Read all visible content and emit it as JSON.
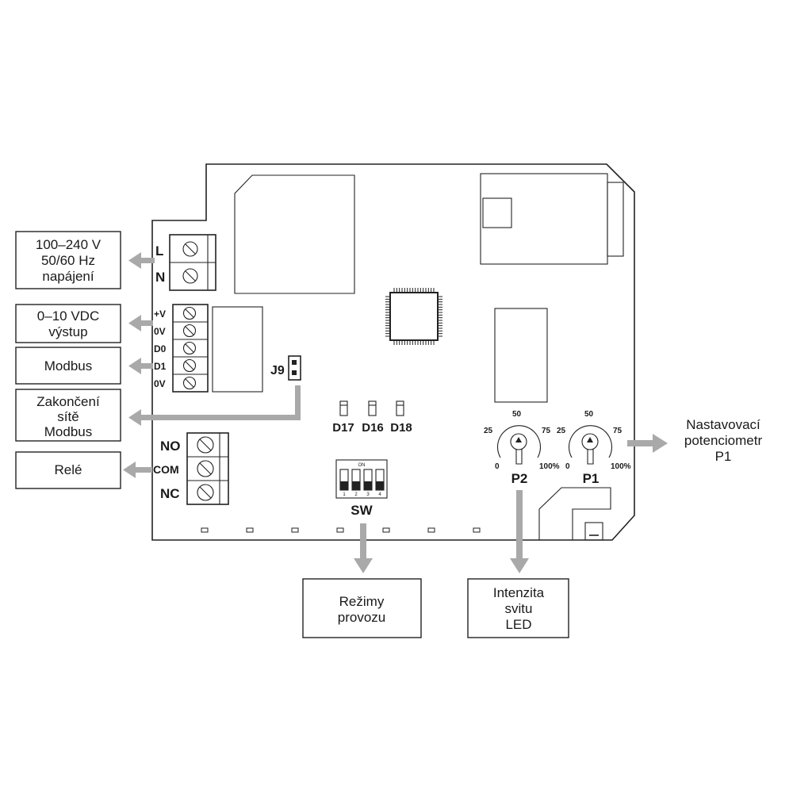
{
  "labels": {
    "power": [
      "100–240 V",
      "50/60 Hz",
      "napájení"
    ],
    "output": [
      "0–10 VDC",
      "výstup"
    ],
    "modbus": [
      "Modbus"
    ],
    "termination": [
      "Zakončení",
      "sítě",
      "Modbus"
    ],
    "relay": [
      "Relé"
    ],
    "modes": [
      "Režimy",
      "provozu"
    ],
    "led_intensity": [
      "Intenzita",
      "svitu",
      "LED"
    ],
    "pot_p1": [
      "Nastavovací",
      "potenciometr",
      "P1"
    ]
  },
  "terminals": {
    "power": [
      "L",
      "N"
    ],
    "signal": [
      "+V",
      "0V",
      "D0",
      "D1",
      "0V"
    ],
    "relay": [
      "NO",
      "COM",
      "NC"
    ]
  },
  "components": {
    "jumper": "J9",
    "leds": [
      "D17",
      "D16",
      "D18"
    ],
    "switch": "SW",
    "switch_on": "ON",
    "switch_positions": [
      "1",
      "2",
      "3",
      "4"
    ],
    "pot_scale": [
      "0",
      "25",
      "50",
      "75",
      "100%"
    ],
    "pots": [
      "P2",
      "P1"
    ]
  },
  "colors": {
    "line": "#222222",
    "arrow": "#a9a9a9",
    "label_box": "#ffffff"
  }
}
